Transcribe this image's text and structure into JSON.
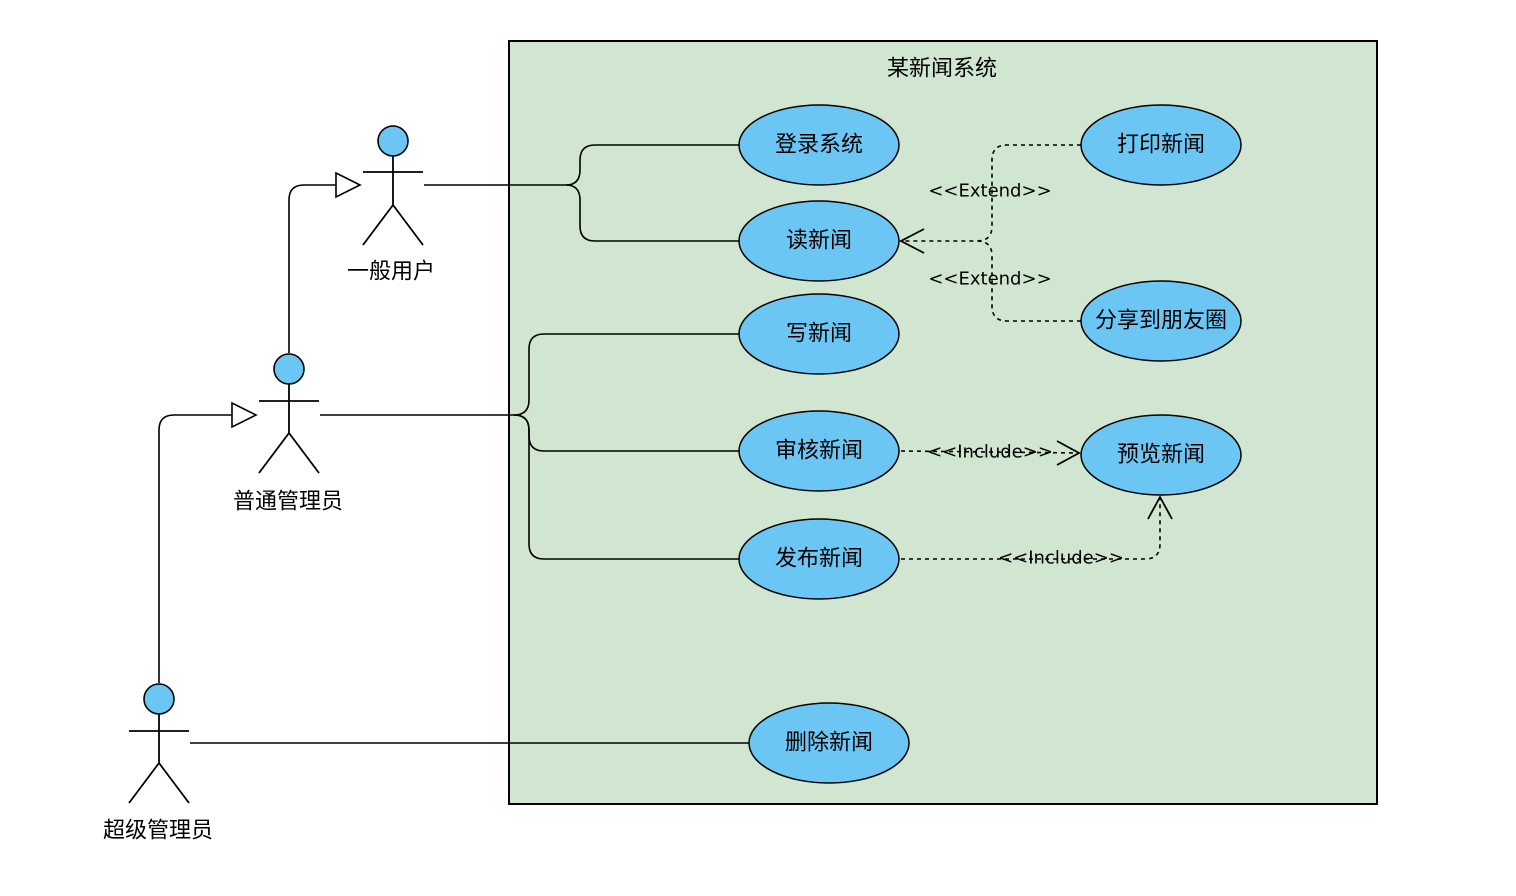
{
  "system": {
    "title": "某新闻系统"
  },
  "actors": {
    "general_user": "一般用户",
    "admin": "普通管理员",
    "super_admin": "超级管理员"
  },
  "usecases": {
    "login": "登录系统",
    "read": "读新闻",
    "write": "写新闻",
    "review": "审核新闻",
    "publish": "发布新闻",
    "delete": "删除新闻",
    "print": "打印新闻",
    "share": "分享到朋友圈",
    "preview": "预览新闻"
  },
  "stereotypes": {
    "extend_print": "<<Extend>>",
    "extend_share": "<<Extend>>",
    "include_review": "<<Include>>",
    "include_publish": "<<Include>>"
  },
  "colors": {
    "boundary_fill": "#d1e6d1",
    "usecase_fill": "#6cc6f3",
    "actor_head_fill": "#6cc6f3",
    "line": "#000000"
  }
}
